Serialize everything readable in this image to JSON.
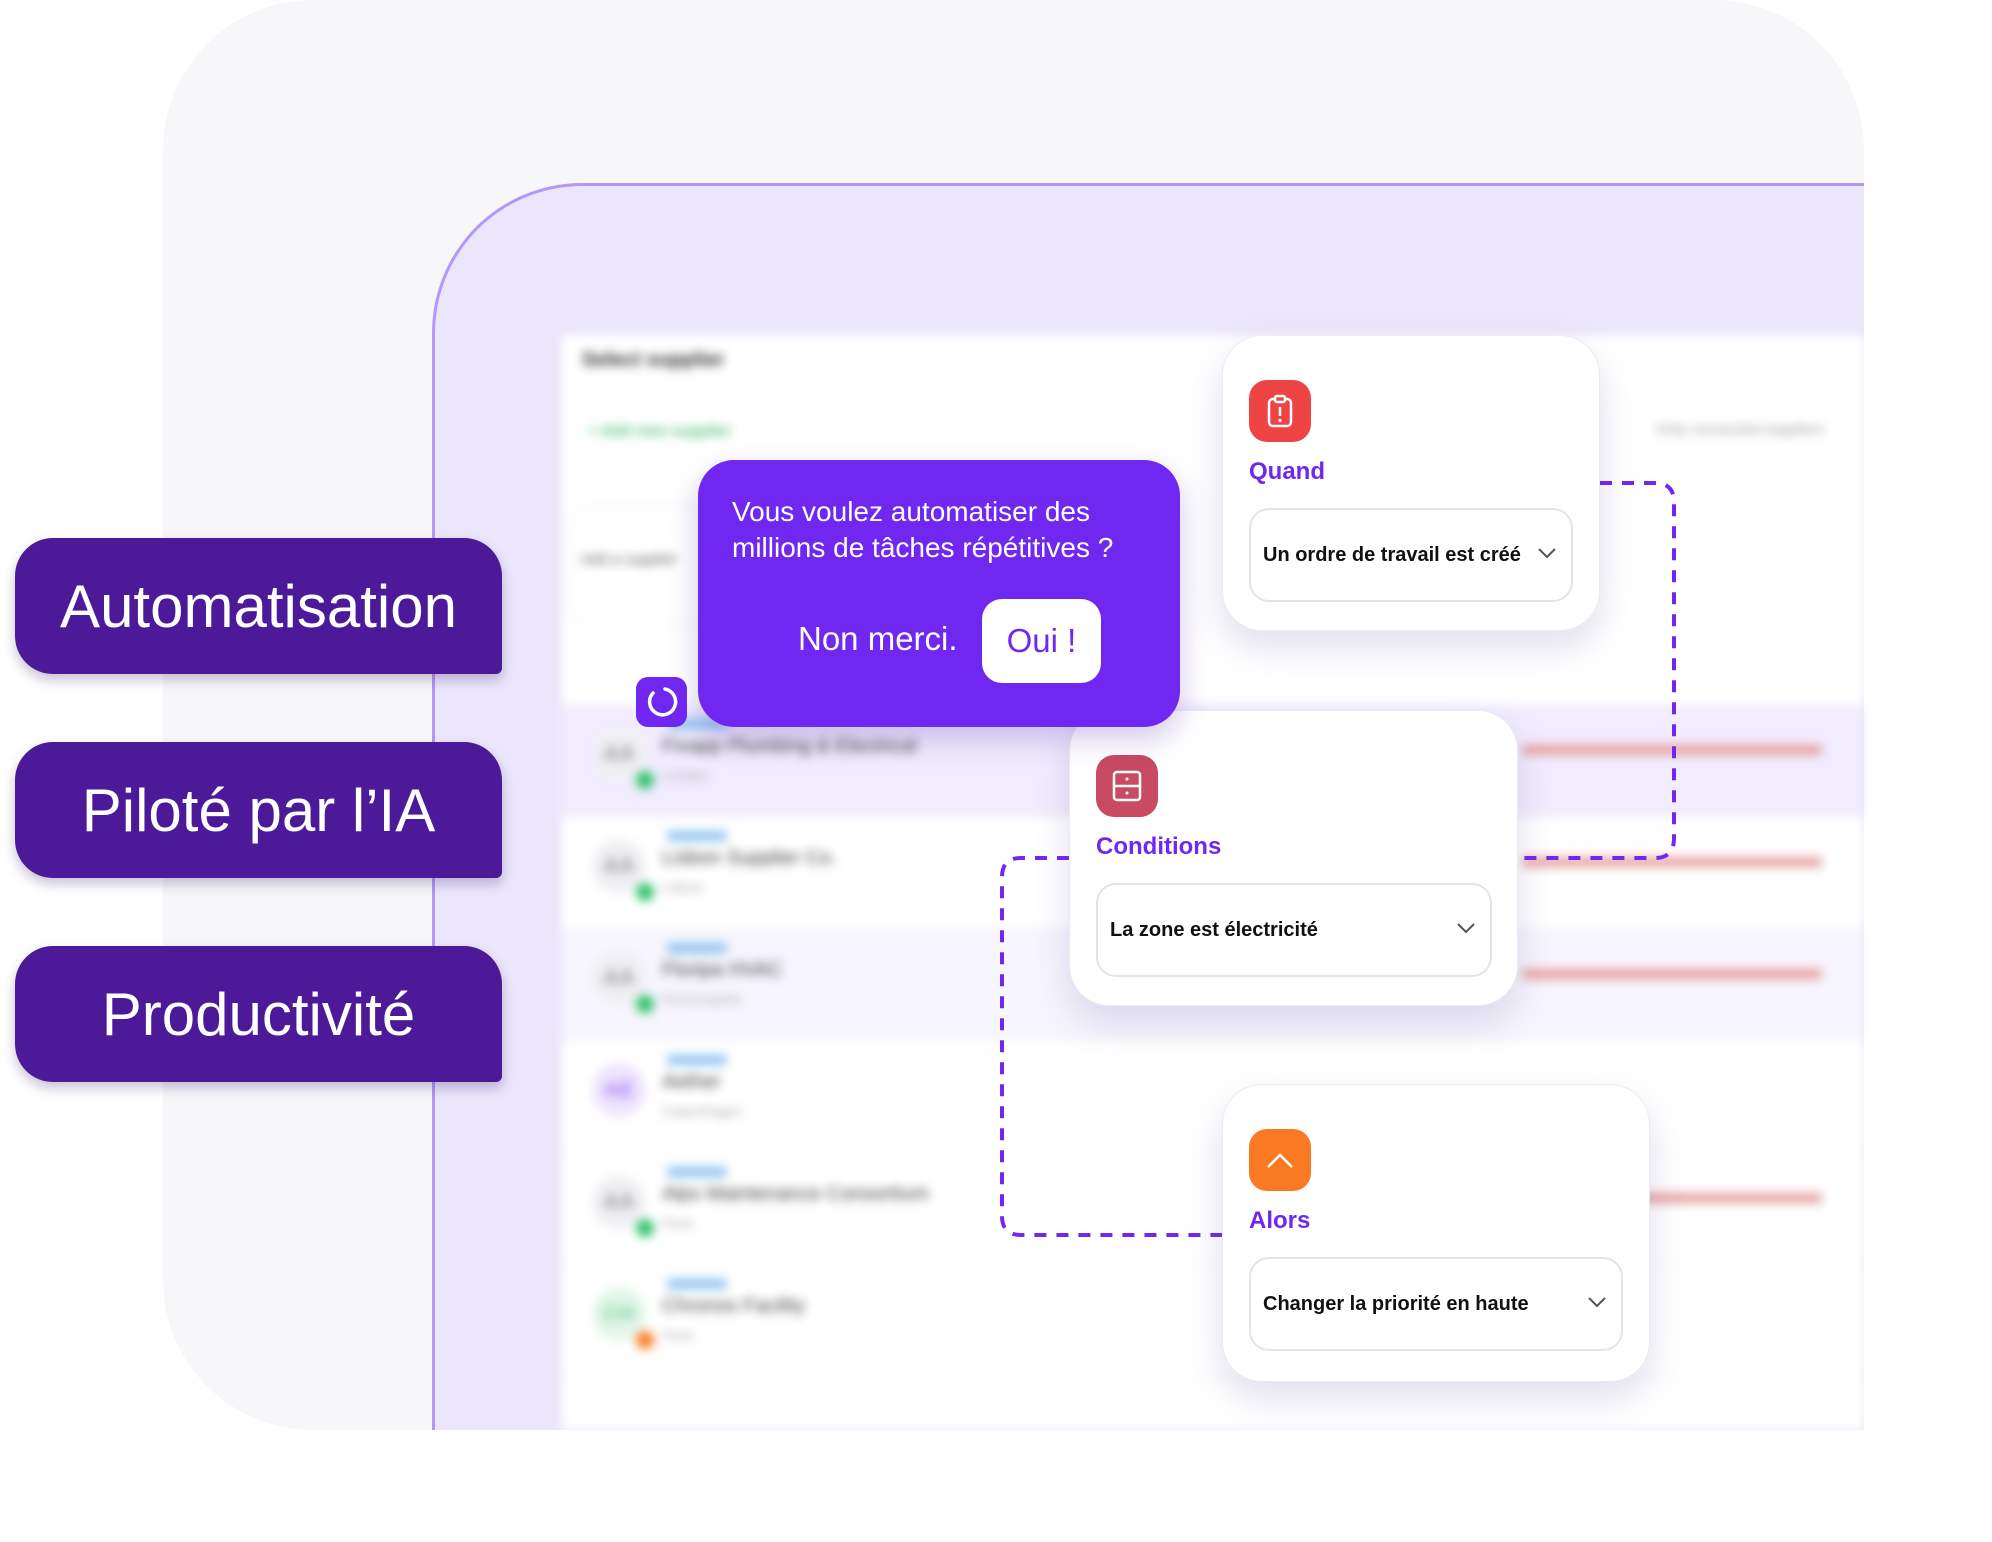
{
  "pills": [
    "Automatisation",
    "Piloté par l’IA",
    "Productivité"
  ],
  "background_table": {
    "title": "Select supplier",
    "add_label": "+ Add new supplier",
    "right_label": "Only connected suppliers",
    "input_placeholder": "Add a supplier",
    "rows": [
      {
        "initials": "AA",
        "name": "Fixapp Plumbing & Electrical",
        "city": "London"
      },
      {
        "initials": "AA",
        "name": "Lisbon Supplier Co.",
        "city": "Lisbon"
      },
      {
        "initials": "AA",
        "name": "Floripa HVAC",
        "city": "Florianópolis"
      },
      {
        "initials": "AE",
        "name": "Aether",
        "city": "Copenhagen"
      },
      {
        "initials": "AA",
        "name": "Alps Maintenance Consortium",
        "city": "Paris"
      },
      {
        "initials": "CH",
        "name": "Chronos Facility",
        "city": "Paris"
      }
    ]
  },
  "popup": {
    "question": "Vous voulez automatiser des millions de tâches répétitives ?",
    "decline": "Non merci.",
    "accept": "Oui !"
  },
  "cards": {
    "when": {
      "label": "Quand",
      "value": "Un ordre de travail est créé",
      "icon": "clipboard-alert-icon",
      "color": "#ef4444"
    },
    "conditions": {
      "label": "Conditions",
      "value": "La zone est électricité",
      "icon": "cabinet-icon",
      "color": "#c84a63"
    },
    "then": {
      "label": "Alors",
      "value": "Changer la priorité en haute",
      "icon": "chevron-up-icon",
      "color": "#f97a22"
    }
  },
  "colors": {
    "accent": "#7028f0",
    "pill": "#4c1a98"
  }
}
